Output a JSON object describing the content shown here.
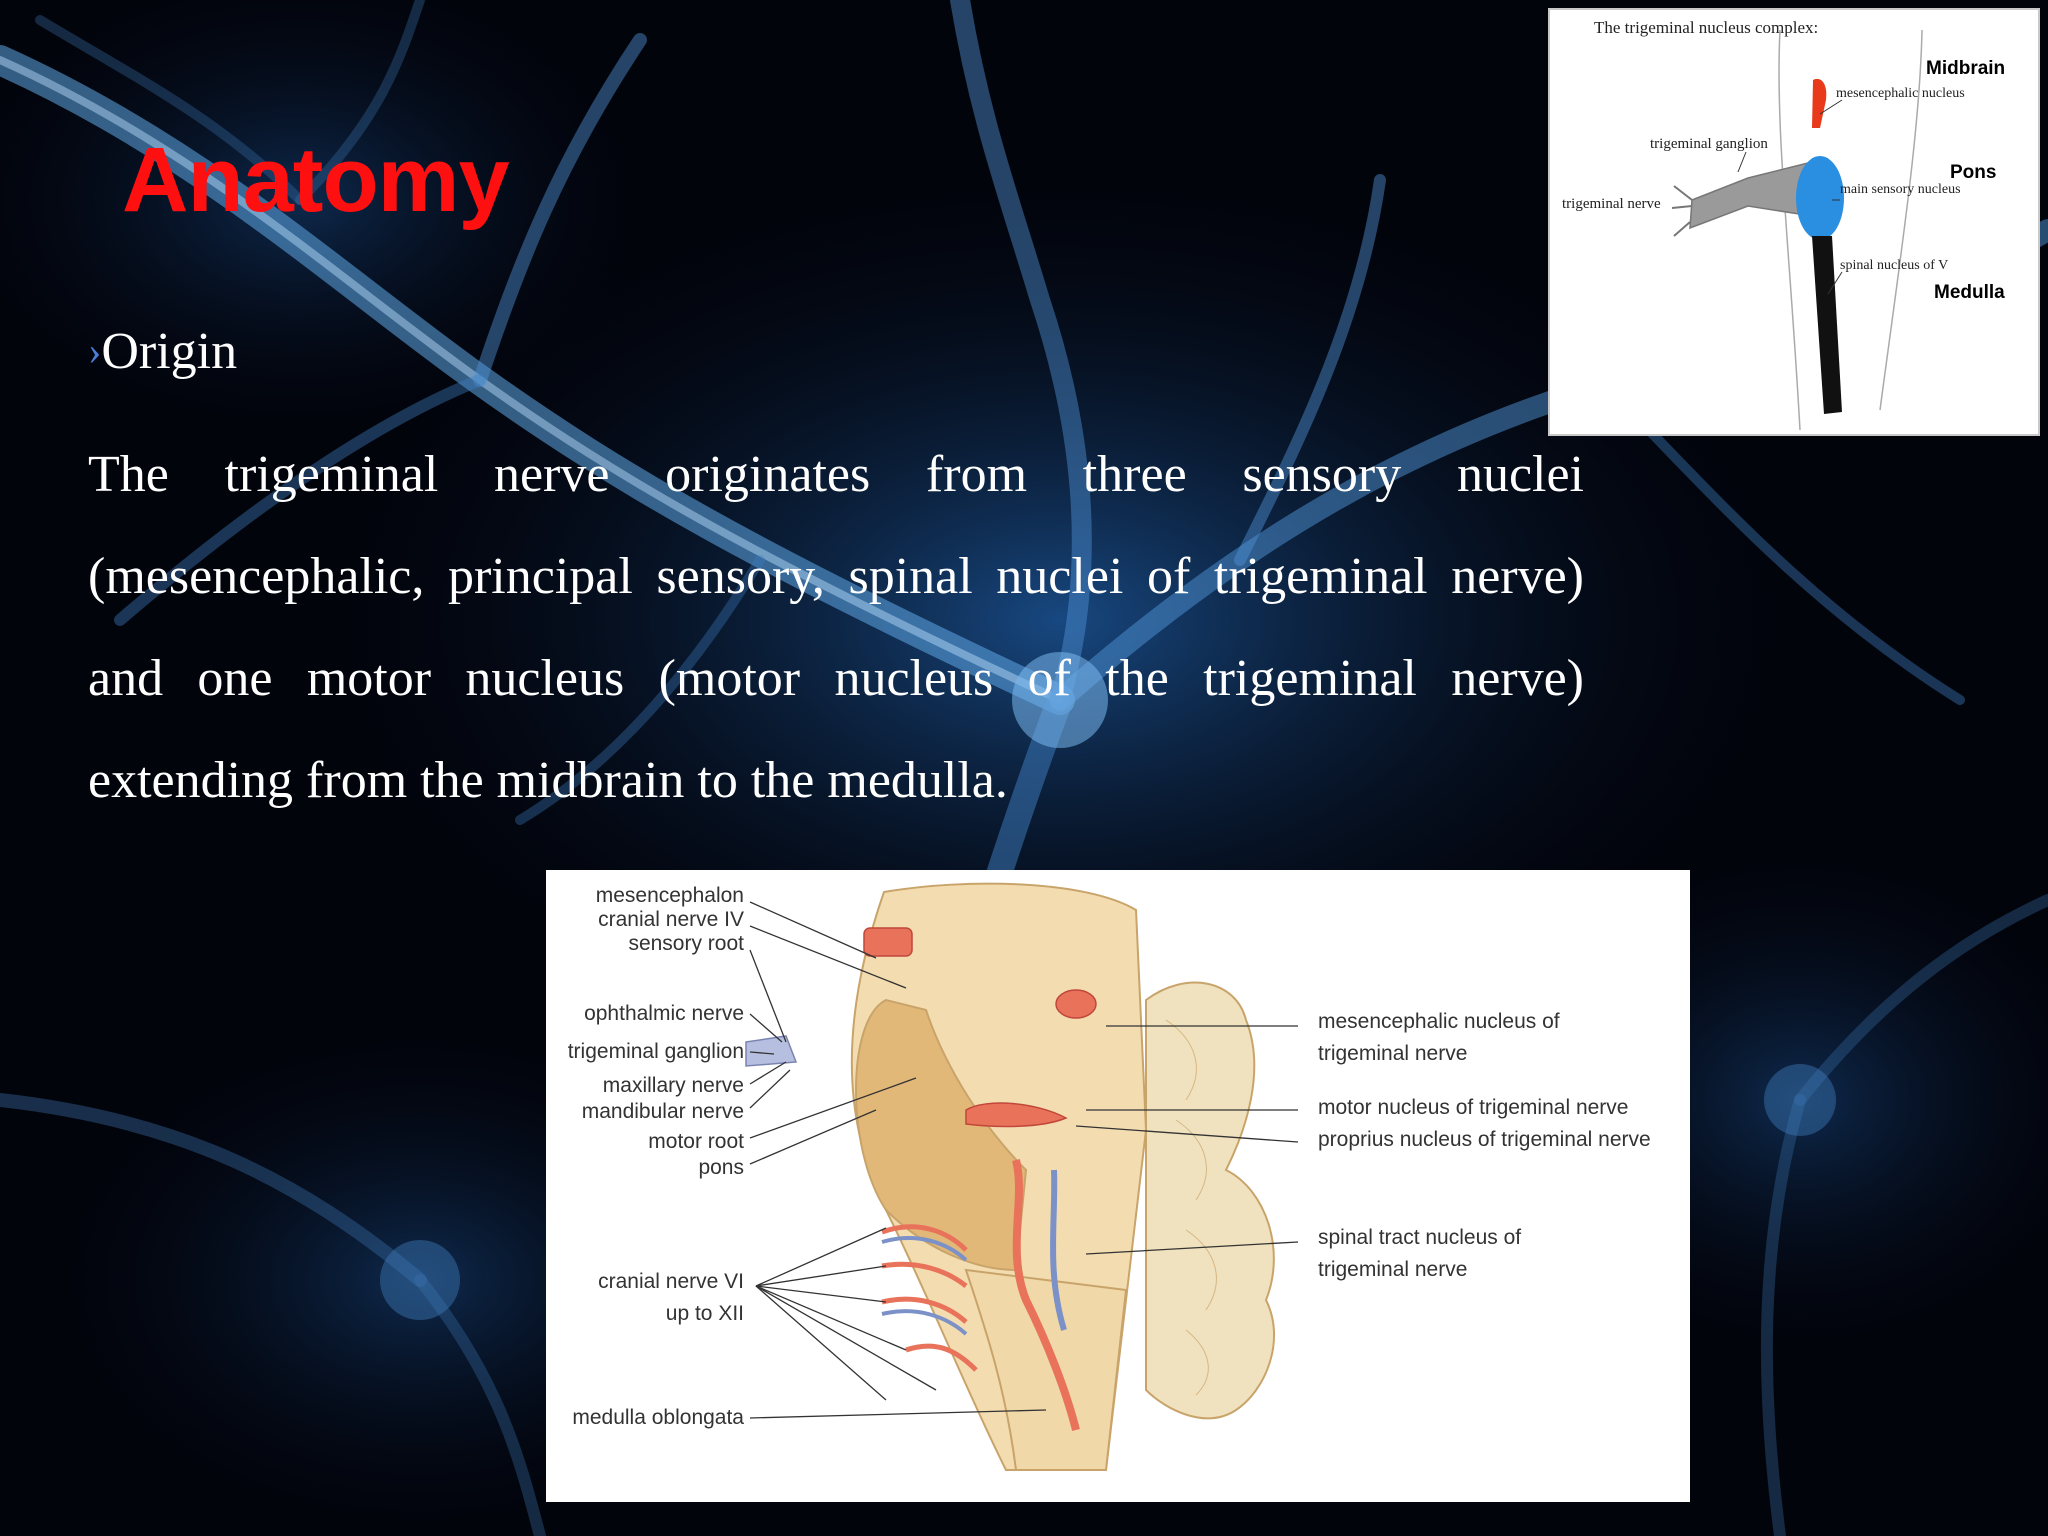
{
  "slide": {
    "title": "Anatomy",
    "bullet": "Origin",
    "paragraph": "The trigeminal nerve originates from three sensory nuclei (mesencephalic, principal sensory, spinal nuclei of trigeminal nerve) and one motor nucleus (motor nucleus of the trigeminal nerve) extending from the midbrain to the medulla."
  },
  "figure_small": {
    "heading": "The trigeminal nucleus complex:",
    "midbrain": "Midbrain",
    "pons": "Pons",
    "medulla": "Medulla",
    "mesencephalic_nucleus": "mesencephalic nucleus",
    "trigeminal_ganglion": "trigeminal ganglion",
    "trigeminal_nerve": "trigeminal nerve",
    "main_sensory_nucleus": "main sensory nucleus",
    "spinal_nucleus": "spinal nucleus of V"
  },
  "figure_large": {
    "left_labels": {
      "mesencephalon": "mesencephalon",
      "cranial_nerve_iv": "cranial nerve IV",
      "sensory_root": "sensory root",
      "ophthalmic_nerve": "ophthalmic nerve",
      "trigeminal_ganglion": "trigeminal ganglion",
      "maxillary_nerve": "maxillary nerve",
      "mandibular_nerve": "mandibular nerve",
      "motor_root": "motor root",
      "pons": "pons",
      "cranial_nerve_vi": "cranial nerve VI",
      "up_to_xii": "up to XII",
      "medulla_oblongata": "medulla oblongata"
    },
    "right_labels": {
      "mesencephalic_1": "mesencephalic nucleus of",
      "mesencephalic_2": "trigeminal nerve",
      "motor_nucleus": "motor nucleus of trigeminal nerve",
      "proprius_nucleus": "proprius nucleus of trigeminal nerve",
      "spinal_tract_1": "spinal tract nucleus of",
      "spinal_tract_2": "trigeminal nerve"
    }
  },
  "colors": {
    "title": "#ff1010",
    "text": "#ffffff",
    "bullet_marker": "#4a7fd8",
    "background": "#02040c",
    "nucleus_red": "#e83a1a",
    "nucleus_blue": "#2a8fe0"
  },
  "icons": {
    "bullet": "chevron-right-icon"
  }
}
